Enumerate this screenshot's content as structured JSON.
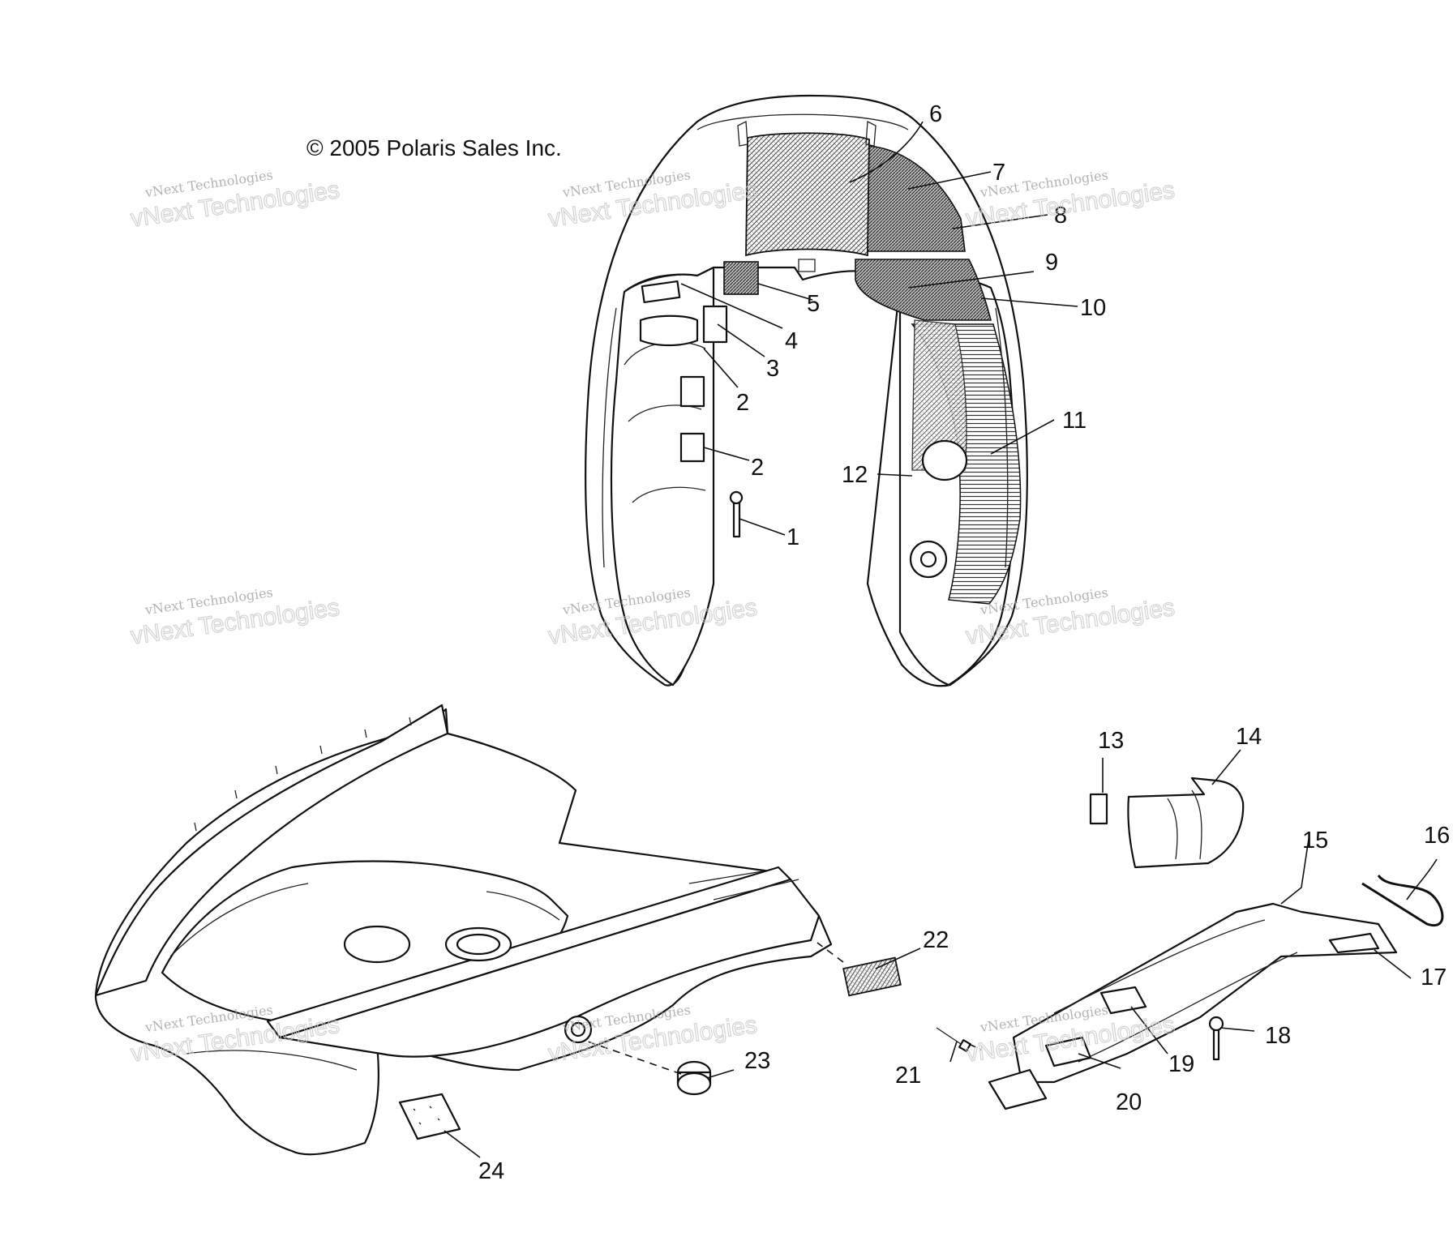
{
  "copyright": "© 2005 Polaris Sales Inc.",
  "watermark": {
    "line1": "vNext Technologies",
    "line2": "vNext Technologies"
  },
  "callouts": [
    {
      "id": "callout-1",
      "label": "1"
    },
    {
      "id": "callout-2a",
      "label": "2"
    },
    {
      "id": "callout-2b",
      "label": "2"
    },
    {
      "id": "callout-3",
      "label": "3"
    },
    {
      "id": "callout-4",
      "label": "4"
    },
    {
      "id": "callout-5",
      "label": "5"
    },
    {
      "id": "callout-6",
      "label": "6"
    },
    {
      "id": "callout-7",
      "label": "7"
    },
    {
      "id": "callout-8",
      "label": "8"
    },
    {
      "id": "callout-9",
      "label": "9"
    },
    {
      "id": "callout-10",
      "label": "10"
    },
    {
      "id": "callout-11",
      "label": "11"
    },
    {
      "id": "callout-12",
      "label": "12"
    },
    {
      "id": "callout-13",
      "label": "13"
    },
    {
      "id": "callout-14",
      "label": "14"
    },
    {
      "id": "callout-15",
      "label": "15"
    },
    {
      "id": "callout-16",
      "label": "16"
    },
    {
      "id": "callout-17",
      "label": "17"
    },
    {
      "id": "callout-18",
      "label": "18"
    },
    {
      "id": "callout-19",
      "label": "19"
    },
    {
      "id": "callout-20",
      "label": "20"
    },
    {
      "id": "callout-21",
      "label": "21"
    },
    {
      "id": "callout-22",
      "label": "22"
    },
    {
      "id": "callout-23",
      "label": "23"
    },
    {
      "id": "callout-24",
      "label": "24"
    }
  ]
}
